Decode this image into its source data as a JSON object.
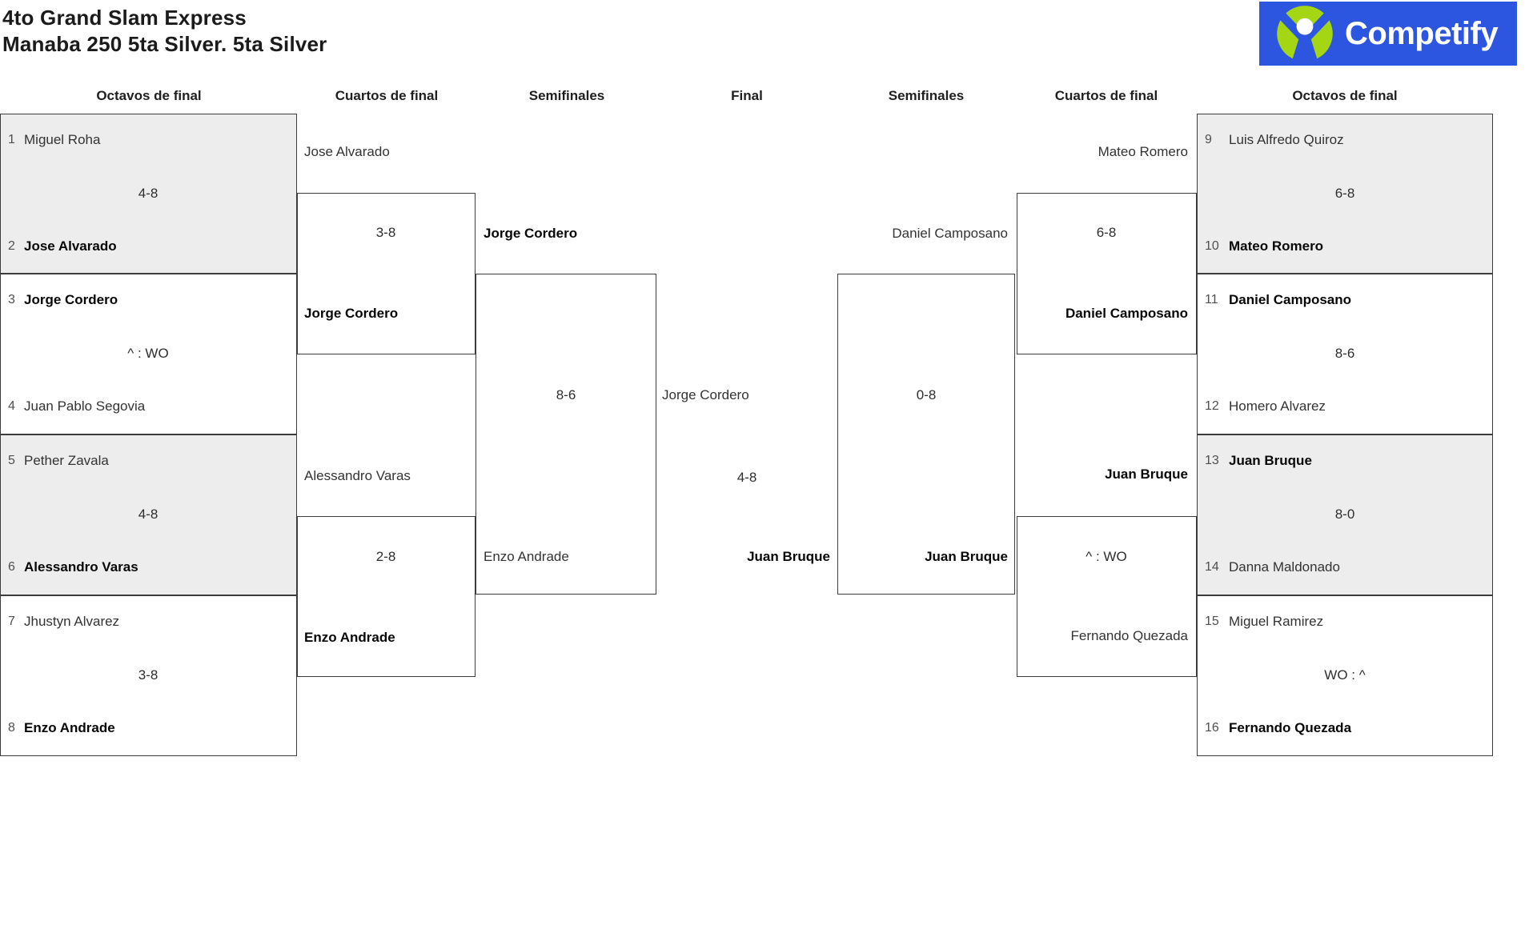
{
  "title": {
    "line1": "4to Grand Slam Express",
    "line2": "Manaba 250 5ta Silver. 5ta Silver"
  },
  "logo": {
    "text": "Competify",
    "bg_color": "#2c55e0",
    "icon_color": "#a4d614",
    "icon": "person-arms-up-circle-icon"
  },
  "headers": [
    "Octavos de final",
    "Cuartos de final",
    "Semifinales",
    "Final",
    "Semifinales",
    "Cuartos de final",
    "Octavos de final"
  ],
  "ol": [
    {
      "n1": "1",
      "p1": "Miguel Roha",
      "score": "4-8",
      "n2": "2",
      "p2": "Jose Alvarado"
    },
    {
      "n1": "3",
      "p1": "Jorge Cordero",
      "score": "^ : WO",
      "n2": "4",
      "p2": "Juan Pablo Segovia"
    },
    {
      "n1": "5",
      "p1": "Pether Zavala",
      "score": "4-8",
      "n2": "6",
      "p2": "Alessandro Varas"
    },
    {
      "n1": "7",
      "p1": "Jhustyn Alvarez",
      "score": "3-8",
      "n2": "8",
      "p2": "Enzo Andrade"
    }
  ],
  "or": [
    {
      "n1": "9",
      "p1": "Luis Alfredo Quiroz",
      "score": "6-8",
      "n2": "10",
      "p2": "Mateo Romero"
    },
    {
      "n1": "11",
      "p1": "Daniel Camposano",
      "score": "8-6",
      "n2": "12",
      "p2": "Homero Alvarez"
    },
    {
      "n1": "13",
      "p1": "Juan Bruque",
      "score": "8-0",
      "n2": "14",
      "p2": "Danna Maldonado"
    },
    {
      "n1": "15",
      "p1": "Miguel Ramirez",
      "score": "WO : ^",
      "n2": "16",
      "p2": "Fernando Quezada"
    }
  ],
  "cl": [
    {
      "p1": "Jose Alvarado",
      "score": "3-8",
      "p2": "Jorge Cordero"
    },
    {
      "p1": "Alessandro Varas",
      "score": "2-8",
      "p2": "Enzo Andrade"
    }
  ],
  "cr": [
    {
      "p1": "Mateo Romero",
      "score": "6-8",
      "p2": "Daniel Camposano"
    },
    {
      "p1": "Juan Bruque",
      "score": "^ : WO",
      "p2": "Fernando Quezada"
    }
  ],
  "sl": {
    "p1": "Jorge Cordero",
    "score": "8-6",
    "p2": "Enzo Andrade"
  },
  "sr": {
    "p1": "Daniel Camposano",
    "score": "0-8",
    "p2": "Juan Bruque"
  },
  "final": {
    "p1": "Jorge Cordero",
    "score": "4-8",
    "p2": "Juan Bruque"
  }
}
